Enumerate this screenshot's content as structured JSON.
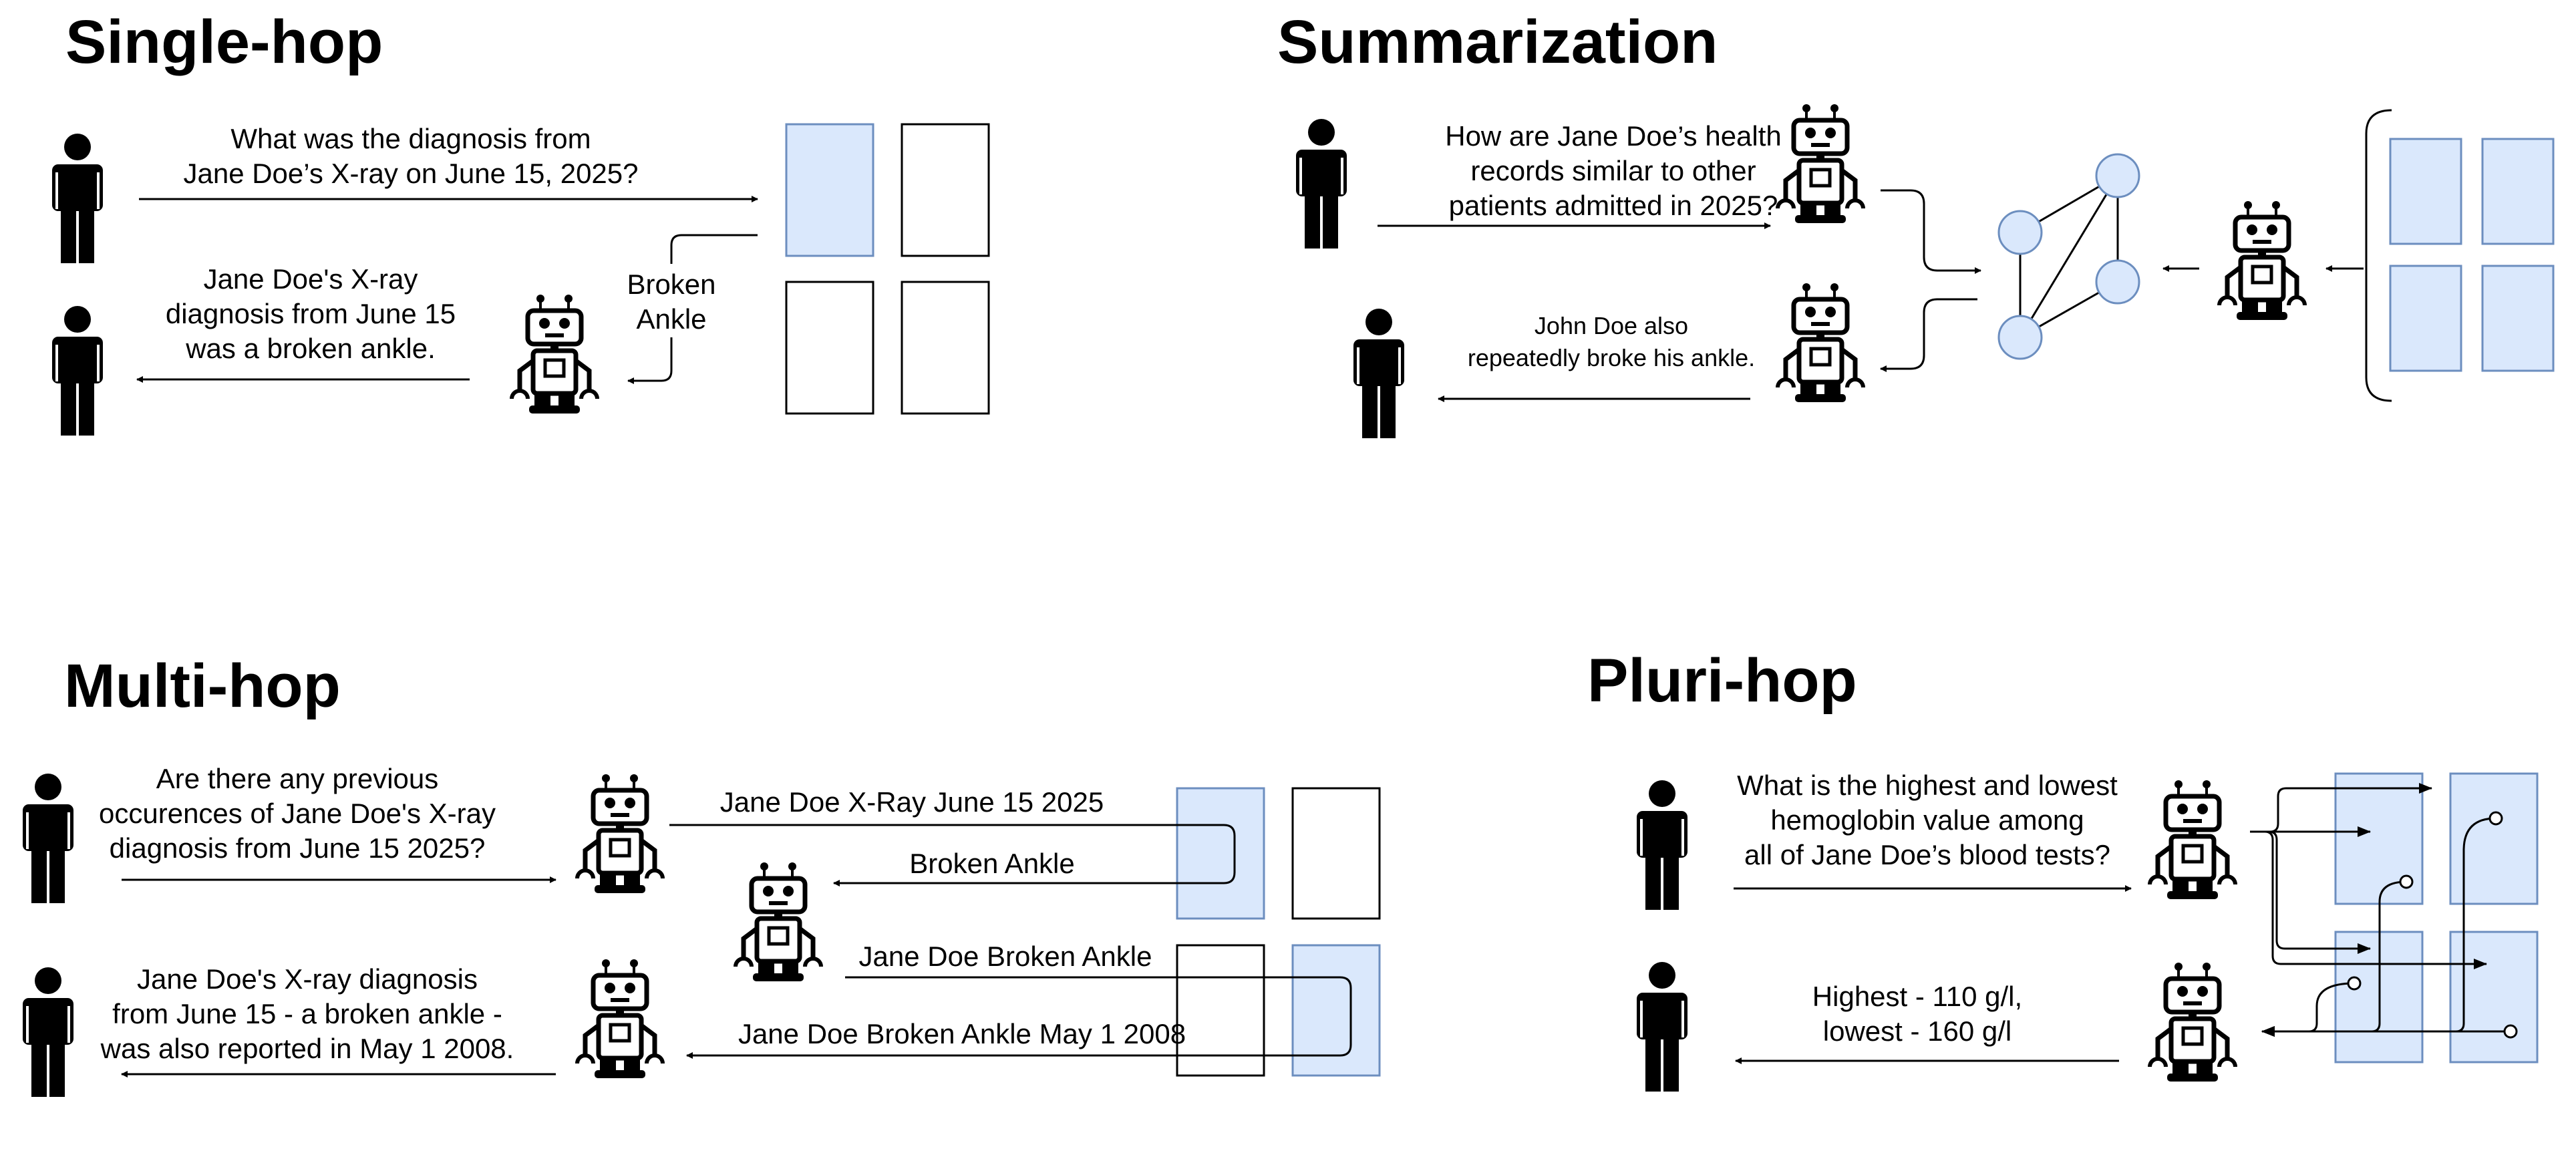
{
  "panels": {
    "single_hop": {
      "title": "Single-hop",
      "question": [
        "What was the diagnosis from",
        "Jane Doe’s X-ray on June 15, 2025?"
      ],
      "answer": [
        "Jane Doe's X-ray",
        "diagnosis from June 15",
        "was a broken ankle."
      ],
      "retrieved": [
        "Broken",
        "Ankle"
      ]
    },
    "summarization": {
      "title": "Summarization",
      "question": [
        "How are Jane Doe’s health",
        "records similar to other",
        "patients admitted in 2025?"
      ],
      "answer": [
        "John Doe also",
        "repeatedly broke his ankle."
      ]
    },
    "multi_hop": {
      "title": "Multi-hop",
      "question": [
        "Are there any previous",
        "occurences of Jane Doe's X-ray",
        "diagnosis from June 15 2025?"
      ],
      "answer": [
        "Jane Doe's X-ray diagnosis",
        "from June 15 - a broken ankle -",
        "was also reported in May 1 2008."
      ],
      "query1": "Jane Doe X-Ray June 15 2025",
      "result1": "Broken Ankle",
      "query2": "Jane Doe Broken Ankle",
      "result2": "Jane Doe Broken Ankle May 1 2008"
    },
    "pluri_hop": {
      "title": "Pluri-hop",
      "question": [
        "What is the highest and lowest",
        "hemoglobin value among",
        "all of Jane Doe’s blood tests?"
      ],
      "answer": [
        "Highest - 110 g/l,",
        "lowest - 160 g/l"
      ]
    }
  },
  "colors": {
    "doc_blue_fill": "#dae8fc",
    "doc_blue_stroke": "#6c8ebf"
  }
}
